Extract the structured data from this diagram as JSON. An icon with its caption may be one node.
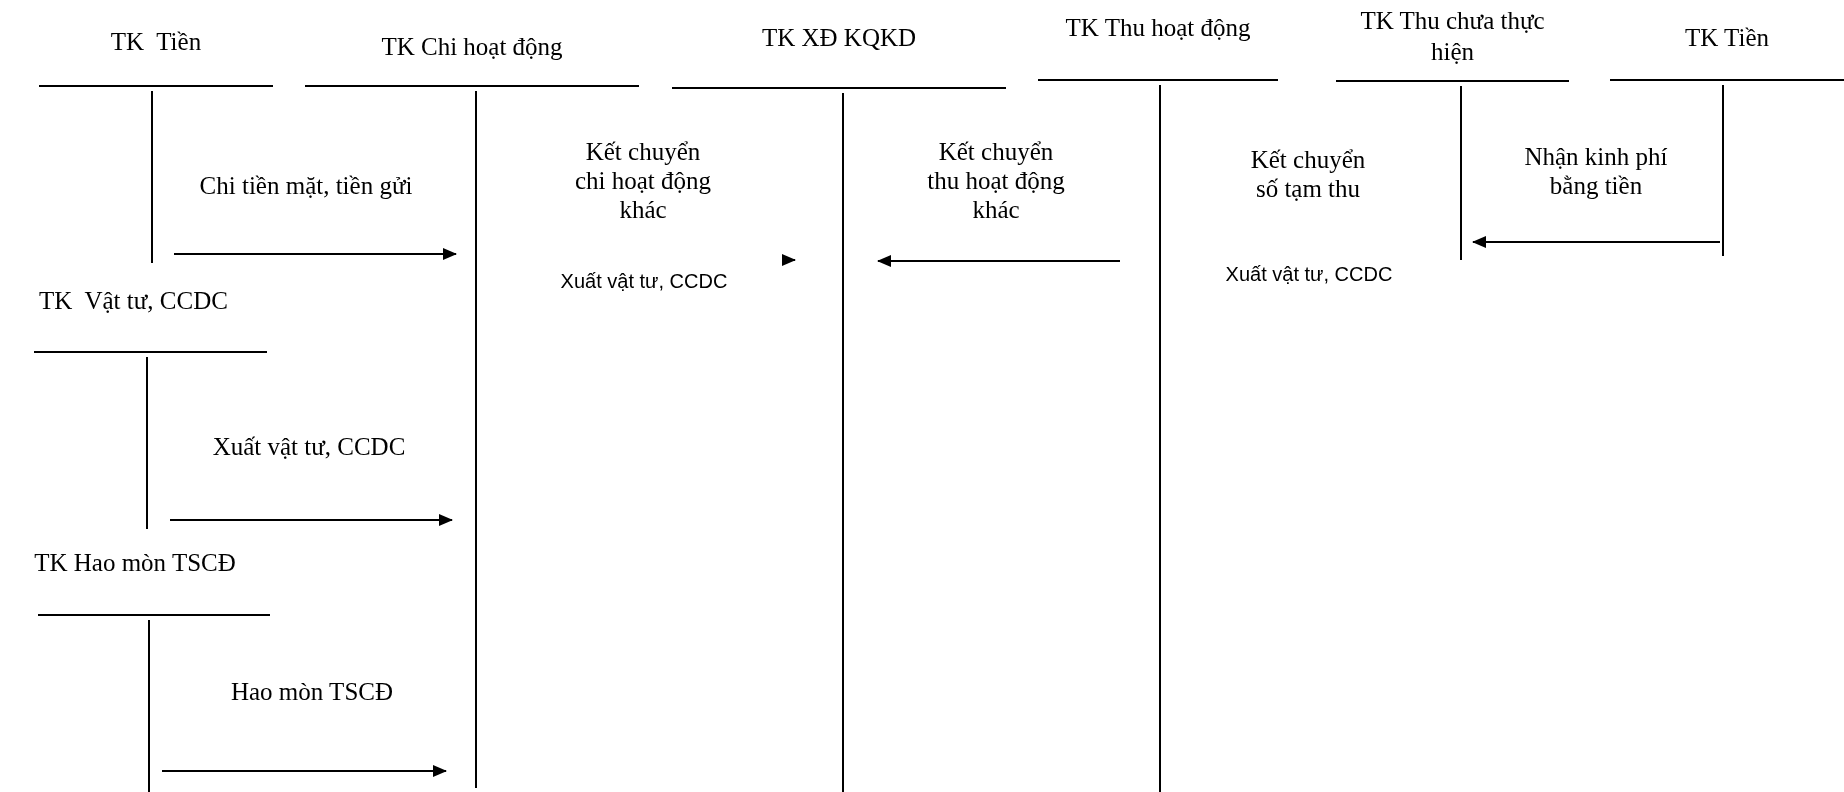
{
  "diagram": {
    "nodes": [
      {
        "text": [
          "TK  Tiền"
        ]
      },
      {
        "text": [
          "TK Chi hoạt động"
        ]
      },
      {
        "text": [
          "TK XĐ KQKD"
        ]
      },
      {
        "text": [
          "TK Thu hoạt động"
        ]
      },
      {
        "text": [
          "TK Thu chưa thực hiện"
        ]
      },
      {
        "text": [
          "TK Tiền"
        ]
      },
      {
        "text": [
          "TK  Vật tư, CCDC"
        ]
      },
      {
        "text": [
          "TK Hao mòn TSCĐ"
        ]
      }
    ],
    "edges": [
      {
        "from": 0,
        "to": 1,
        "arrow": "to",
        "label": "Chi tiền mặt, tiền gửi"
      },
      {
        "from": 6,
        "to": 1,
        "arrow": "to",
        "label": "Xuất vật tư, CCDC"
      },
      {
        "from": 7,
        "to": 1,
        "arrow": "to",
        "label": "Hao mòn TSCĐ"
      },
      {
        "from": null,
        "to": 2,
        "arrow": "to",
        "label": "Kết chuyển chi hoạt động khác"
      },
      {
        "from": 3,
        "to": 2,
        "arrow": "to",
        "label": "Kết chuyển thu hoạt động khác"
      },
      {
        "from": 5,
        "to": 4,
        "arrow": "to",
        "label": "Nhận kinh phí bằng tiền"
      }
    ],
    "labels": [
      "Xuất vật tư, CCDC",
      "Kết chuyển số tạm thu",
      "Xuất vật tư, CCDC"
    ]
  }
}
